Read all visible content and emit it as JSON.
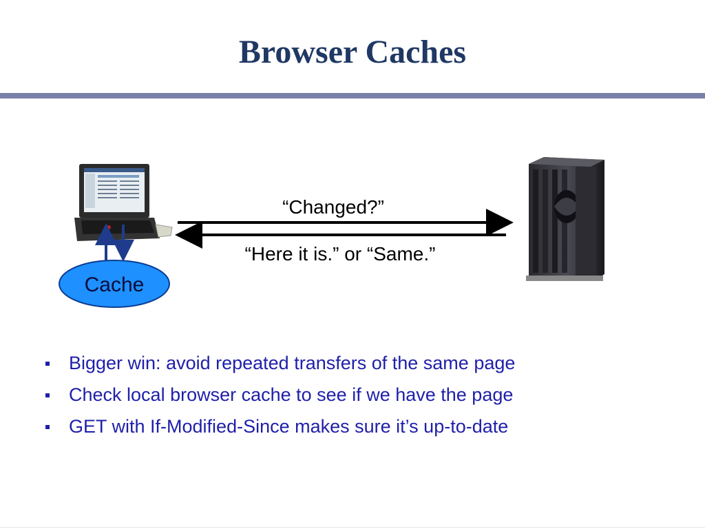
{
  "slide": {
    "title": "Browser Caches"
  },
  "diagram": {
    "request_label": "“Changed?”",
    "response_label": "“Here it is.” or “Same.”",
    "cache_label": "Cache",
    "client_icon": "laptop-icon",
    "server_icon": "server-icon"
  },
  "bullets": [
    "Bigger win: avoid repeated transfers of the same page",
    "Check local browser cache to see if we have the page",
    "GET with If-Modified-Since makes sure it’s up-to-date"
  ],
  "colors": {
    "title": "#1f3864",
    "rule": "#7a7fa8",
    "bullet_text": "#1f1faa",
    "cache_fill": "#1e90ff",
    "cache_arrows": "#1f3c8c"
  }
}
